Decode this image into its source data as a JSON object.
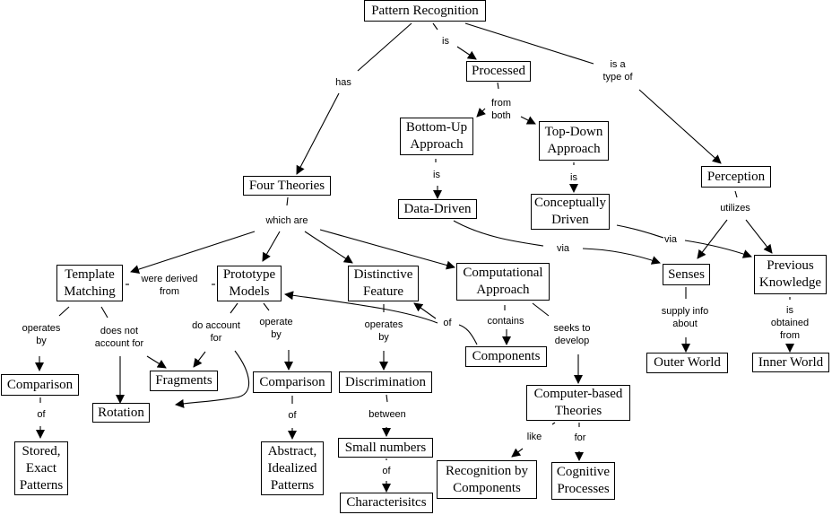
{
  "diagram": {
    "title": "Pattern Recognition concept map",
    "colors": {
      "stroke": "#000000",
      "background": "#ffffff"
    },
    "nodes": {
      "pattern_recognition": "Pattern Recognition",
      "processed": "Processed",
      "bottom_up": "Bottom-Up\nApproach",
      "top_down": "Top-Down\nApproach",
      "data_driven": "Data-Driven",
      "conceptually_driven": "Conceptually\nDriven",
      "four_theories": "Four Theories",
      "perception": "Perception",
      "template_matching": "Template\nMatching",
      "prototype_models": "Prototype\nModels",
      "distinctive_feature": "Distinctive\nFeature",
      "computational_approach": "Computational\nApproach",
      "senses": "Senses",
      "previous_knowledge": "Previous\nKnowledge",
      "components": "Components",
      "comparison_1": "Comparison",
      "fragments": "Fragments",
      "comparison_2": "Comparison",
      "discrimination": "Discrimination",
      "rotation": "Rotation",
      "outer_world": "Outer World",
      "inner_world": "Inner World",
      "computer_based_theories": "Computer-based\nTheories",
      "stored_exact_patterns": "Stored,\nExact\nPatterns",
      "abstract_idealized_patterns": "Abstract,\nIdealized\nPatterns",
      "small_numbers": "Small numbers",
      "characteristics": "Characterisitcs",
      "recognition_by_components": "Recognition by\nComponents",
      "cognitive_processes": "Cognitive\nProcesses"
    },
    "links": {
      "is_1": "is",
      "has": "has",
      "is_a_type_of": "is a\ntype of",
      "from_both": "from\nboth",
      "is_2": "is",
      "is_3": "is",
      "which_are": "which are",
      "utilizes": "utilizes",
      "via_1": "via",
      "via_2": "via",
      "were_derived_from": "were derived\nfrom",
      "operates_by_1": "operates\nby",
      "does_not_account_for": "does not\naccount for",
      "do_account_for": "do account\nfor",
      "operates_by_2": "operate\nby",
      "operates_by_3": "operates\nby",
      "of_1": "of",
      "contains": "contains",
      "seeks_to_develop": "seeks to\ndevelop",
      "supply_info_about": "supply info\nabout",
      "is_obtained_from": "is obtained\nfrom",
      "of_2": "of",
      "of_3": "of",
      "between": "between",
      "of_4": "of",
      "like": "like",
      "for": "for"
    }
  }
}
